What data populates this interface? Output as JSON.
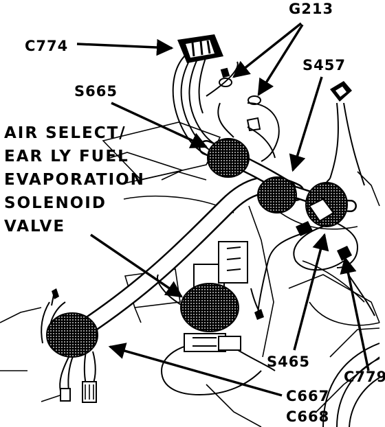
{
  "labels": {
    "c774": "C774",
    "g213": "G213",
    "s457": "S457",
    "s665": "S665",
    "s465": "S465",
    "c779": "C779",
    "c667": "C667",
    "c668": "C668"
  },
  "caption": {
    "line1": "AIR SELECT/",
    "line2": "EAR LY FUEL",
    "line3": "EVAPORATION",
    "line4": "SOLENOID",
    "line5": "VALVE"
  },
  "colors": {
    "ink": "#000000",
    "paper": "#ffffff"
  }
}
